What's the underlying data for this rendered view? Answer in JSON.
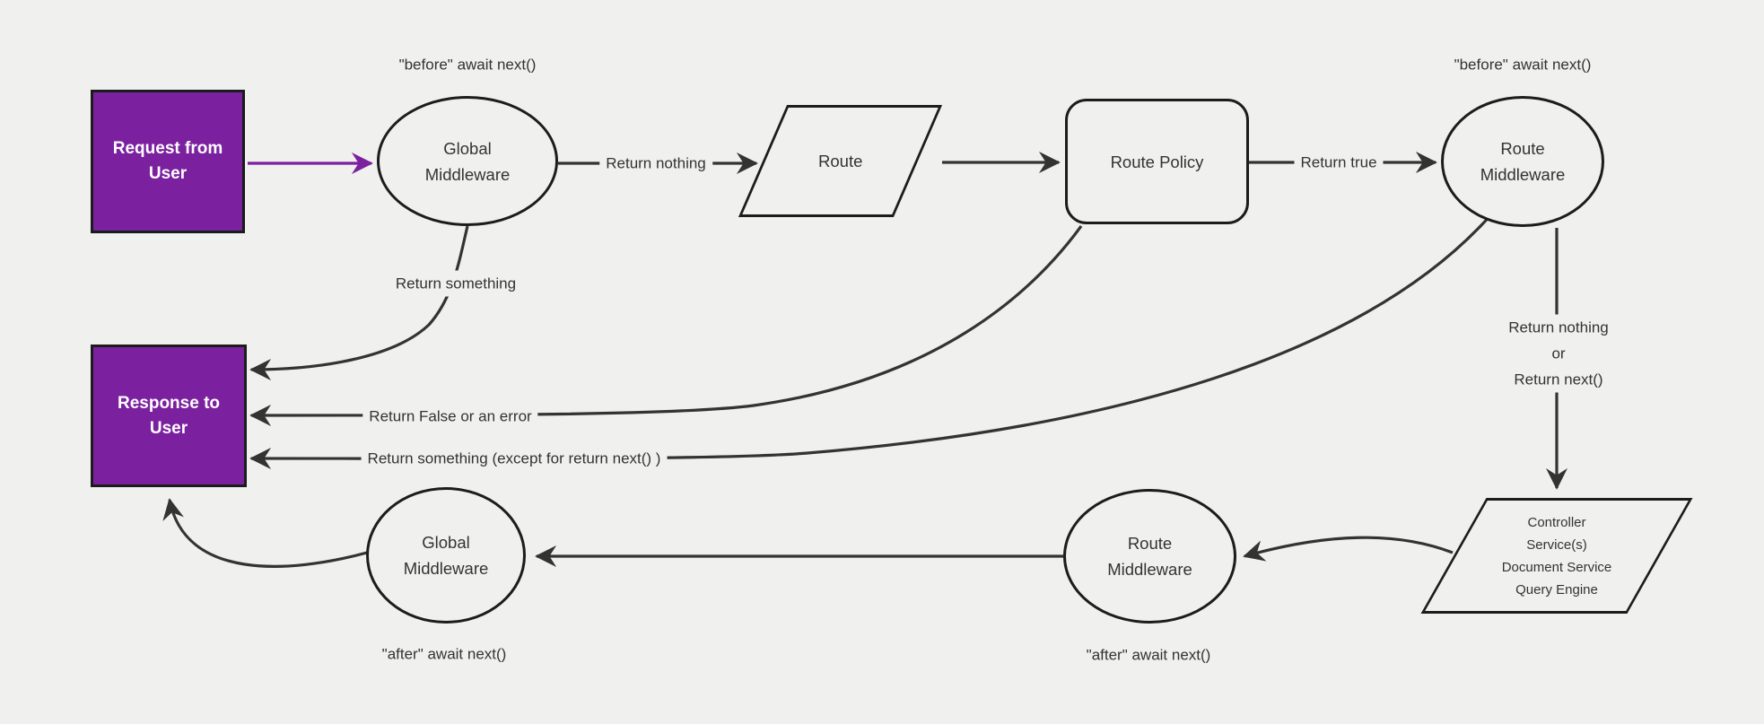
{
  "diagram": {
    "title": "request lifecycle middleware flow",
    "colors": {
      "background": "#f0f0ef",
      "accent_purple": "#7b219f",
      "edge_stroke": "#333333",
      "node_border": "#1c1c1c",
      "node_text": "#333333",
      "purple_box_text": "#ffffff"
    },
    "nodes": {
      "request": {
        "lines": [
          "Request from",
          "User"
        ],
        "shape": "rectangle",
        "fill": "#7b219f"
      },
      "response": {
        "lines": [
          "Response to",
          "User"
        ],
        "shape": "rectangle",
        "fill": "#7b219f"
      },
      "global_middleware_top": {
        "lines": [
          "Global",
          "Middleware"
        ],
        "shape": "ellipse"
      },
      "route": {
        "label": "Route",
        "shape": "parallelogram"
      },
      "route_policy": {
        "label": "Route Policy",
        "shape": "rounded-rectangle"
      },
      "route_middleware_top": {
        "lines": [
          "Route",
          "Middleware"
        ],
        "shape": "ellipse"
      },
      "controller_services": {
        "lines": [
          "Controller",
          "Service(s)",
          "Document Service",
          "Query Engine"
        ],
        "shape": "parallelogram"
      },
      "route_middleware_bottom": {
        "lines": [
          "Route",
          "Middleware"
        ],
        "shape": "ellipse"
      },
      "global_middleware_bottom": {
        "lines": [
          "Global",
          "Middleware"
        ],
        "shape": "ellipse"
      }
    },
    "edge_labels": {
      "before_await_next_left": "\"before\" await next()",
      "before_await_next_right": "\"before\" await next()",
      "after_await_next_left": "\"after\" await next()",
      "after_await_next_right": "\"after\" await next()",
      "return_nothing": "Return nothing",
      "return_true": "Return true",
      "return_something": "Return something",
      "return_false_or_error": "Return False or an error",
      "return_something_except": "Return something (except for return next() )",
      "return_nothing_or_next": {
        "lines": [
          "Return nothing",
          "or",
          "Return next()"
        ]
      }
    }
  }
}
